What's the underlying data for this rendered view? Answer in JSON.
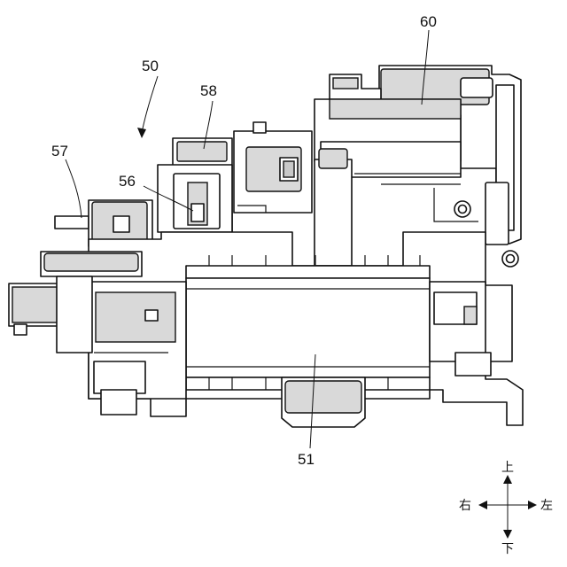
{
  "labels": {
    "assembly": "50",
    "part_51": "51",
    "part_56": "56",
    "part_57": "57",
    "part_58": "58",
    "part_60": "60"
  },
  "direction_indicator": {
    "up": "上",
    "down": "下",
    "right": "右",
    "left": "左"
  }
}
